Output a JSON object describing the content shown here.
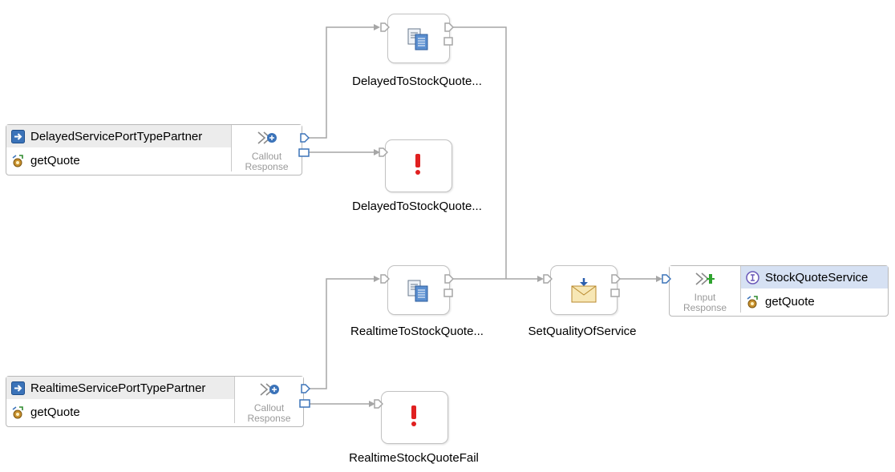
{
  "partners": [
    {
      "name": "DelayedServicePortTypePartner",
      "operation": "getQuote",
      "terminal_label": "Callout Response"
    },
    {
      "name": "RealtimeServicePortTypePartner",
      "operation": "getQuote",
      "terminal_label": "Callout Response"
    }
  ],
  "service": {
    "name": "StockQuoteService",
    "operation": "getQuote",
    "terminal_label": "Input Response"
  },
  "nodes": {
    "delayed_map": {
      "label": "DelayedToStockQuote...",
      "icon": "xml-map-icon"
    },
    "delayed_fail": {
      "label": "DelayedToStockQuote...",
      "icon": "fail-icon"
    },
    "realtime_map": {
      "label": "RealtimeToStockQuote...",
      "icon": "xml-map-icon"
    },
    "realtime_fail": {
      "label": "RealtimeStockQuoteFail",
      "icon": "fail-icon"
    },
    "set_qos": {
      "label": "SetQualityOfService",
      "icon": "message-envelope-icon"
    }
  },
  "colors": {
    "wire": "#a6a6a6",
    "terminal_blue": "#3b73b9",
    "fail_red": "#e02020",
    "selected_header": "#d6e1f3"
  }
}
